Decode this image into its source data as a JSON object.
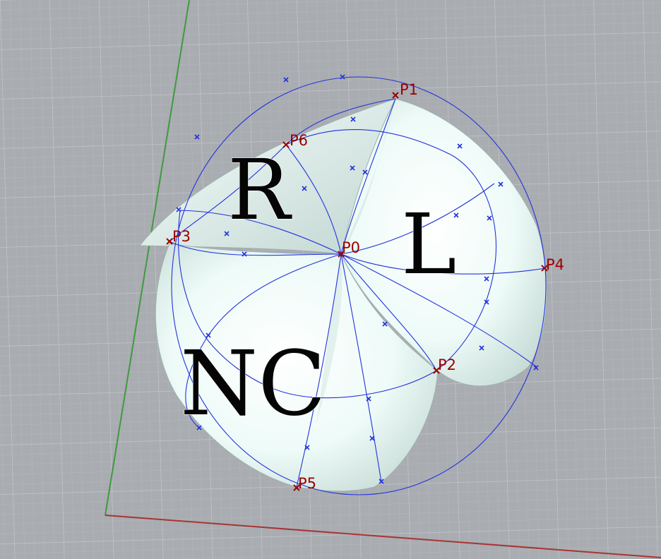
{
  "viewport": {
    "background_color": "#a9acb1",
    "grid_minor_color": "#b9bcc1",
    "grid_major_color": "#c9ccd1",
    "x_axis_color": "#a52a2a",
    "y_axis_color": "#2e8b2e",
    "surface_color": "#ecfaf7",
    "curve_color": "#2233dd",
    "point_color": "#9b0000"
  },
  "letters": {
    "r": "R",
    "l": "L",
    "nc": "NC"
  },
  "points": {
    "p0": "P0",
    "p1": "P1",
    "p2": "P2",
    "p3": "P3",
    "p4": "P4",
    "p5": "P5",
    "p6": "P6"
  }
}
